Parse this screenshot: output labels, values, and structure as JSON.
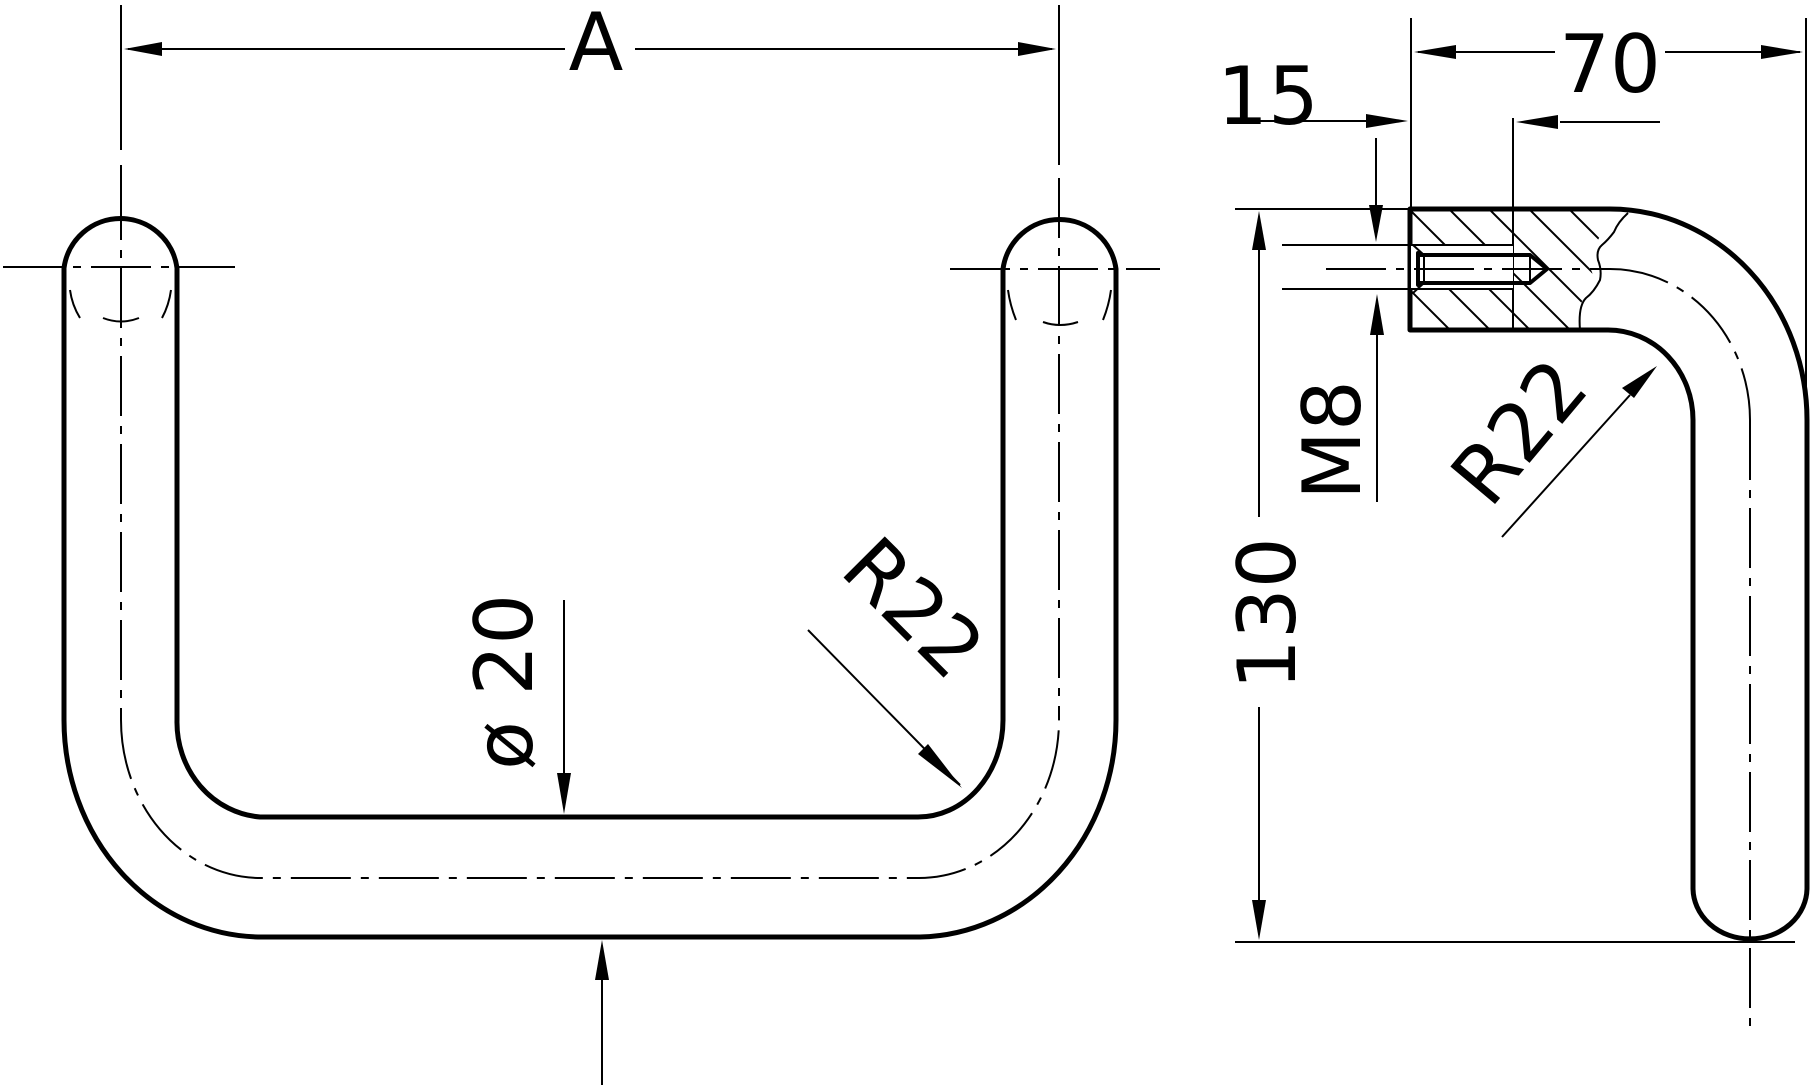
{
  "drawing": {
    "title": "U-shaped bow handle technical drawing",
    "colors": {
      "line": "#000000",
      "background": "#ffffff"
    },
    "front_view": {
      "dimension_width_label": "A",
      "diameter_label": "ø 20",
      "bend_radius_label": "R22"
    },
    "side_view": {
      "offset_label": "15",
      "depth_label": "70",
      "thread_label": "M8",
      "height_label": "130",
      "bend_radius_label": "R22"
    }
  }
}
